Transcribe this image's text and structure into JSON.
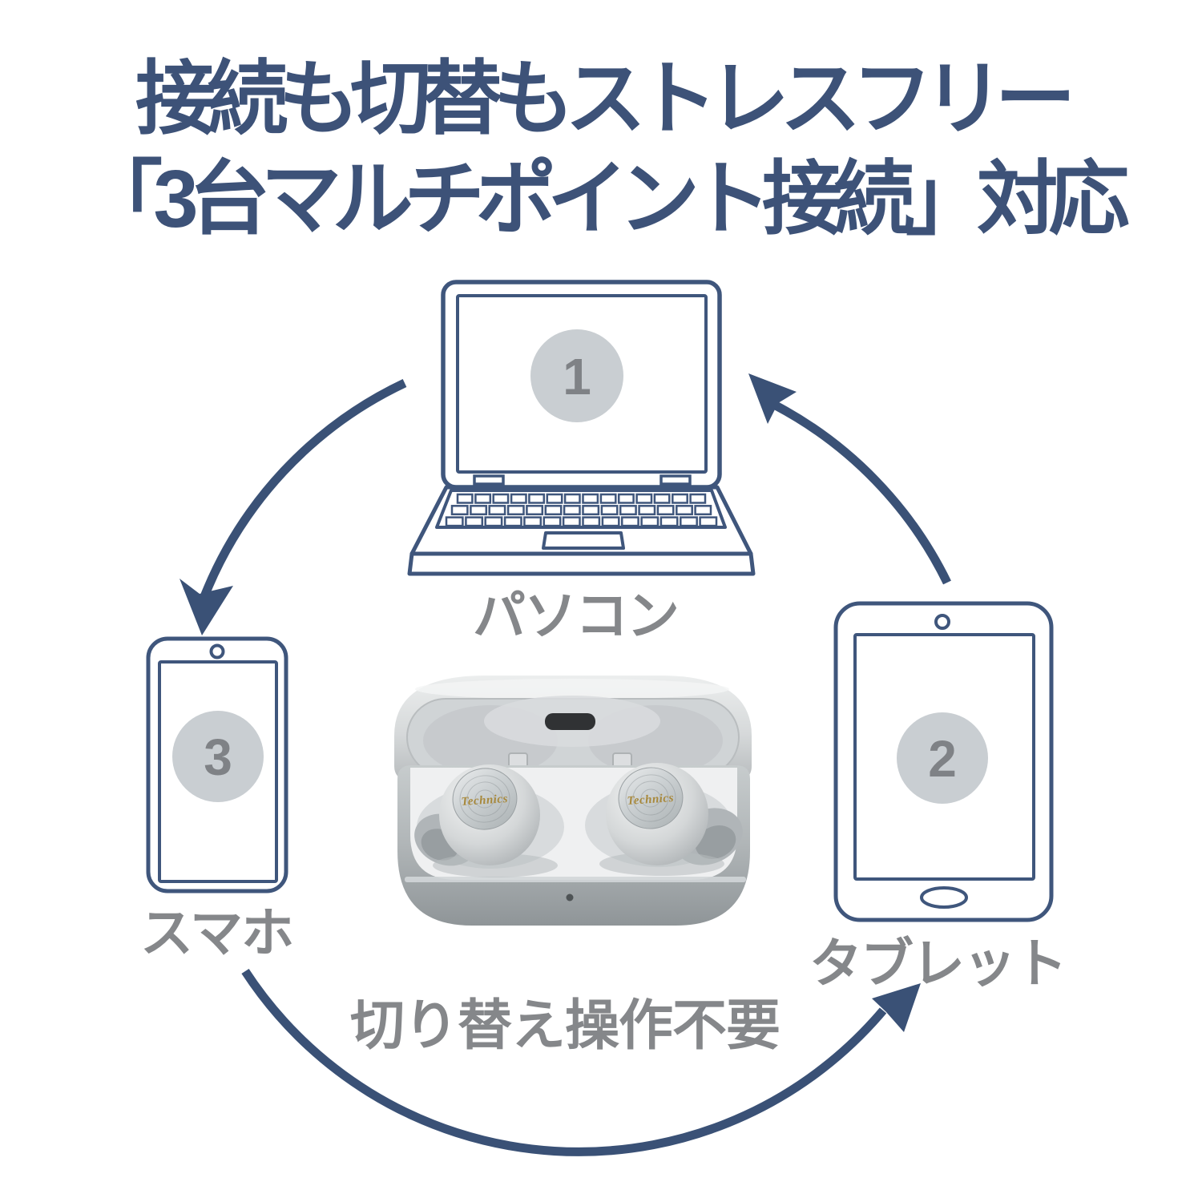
{
  "title": {
    "line1": "接続も切替もストレスフリー",
    "line2": "「3台マルチポイント接続」対応"
  },
  "diagram": {
    "devices": [
      {
        "id": "laptop",
        "label": "パソコン",
        "number": "1"
      },
      {
        "id": "tablet",
        "label": "タブレット",
        "number": "2"
      },
      {
        "id": "phone",
        "label": "スマホ",
        "number": "3"
      }
    ],
    "caption": "切り替え操作不要",
    "product": {
      "brand": "Technics"
    }
  },
  "colors": {
    "title_navy": "#3d5278",
    "arrow_navy": "#3a5176",
    "device_outline_navy": "#3f567c",
    "label_gray": "#85878a",
    "badge_fill_gray": "#c9ced2",
    "badge_number_gray": "#7f8286",
    "logo_gold": "#a8893c",
    "background": "#ffffff"
  }
}
